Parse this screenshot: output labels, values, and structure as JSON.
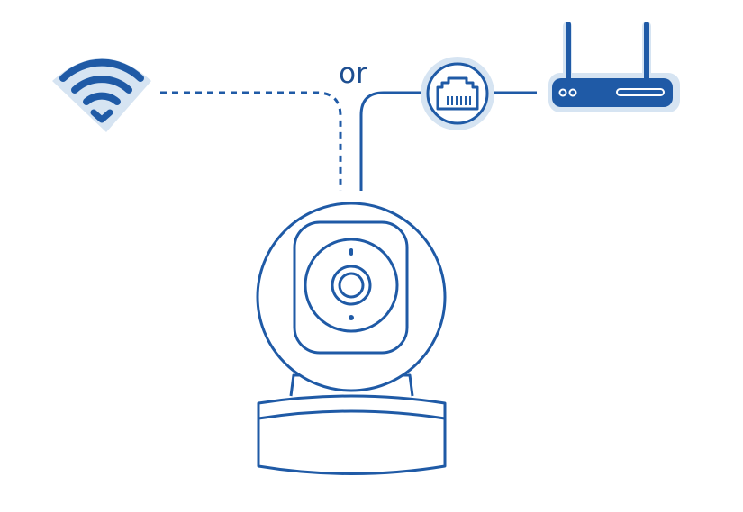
{
  "labels": {
    "or": "or"
  },
  "icons": {
    "wifi": "wifi-icon",
    "ethernet": "ethernet-port-icon",
    "router": "router-icon",
    "camera": "pan-tilt-camera-icon"
  },
  "colors": {
    "stroke": "#1f5aa6",
    "fill_dark": "#1f5aa6",
    "accent_light": "#d6e4f2",
    "text": "#1e4f91",
    "background": "#ffffff"
  },
  "connections": [
    {
      "from": "wifi-icon",
      "to": "pan-tilt-camera-icon",
      "style": "dashed"
    },
    {
      "from": "ethernet-port-icon",
      "to": "pan-tilt-camera-icon",
      "style": "solid"
    },
    {
      "from": "ethernet-port-icon",
      "to": "router-icon",
      "style": "solid"
    }
  ]
}
